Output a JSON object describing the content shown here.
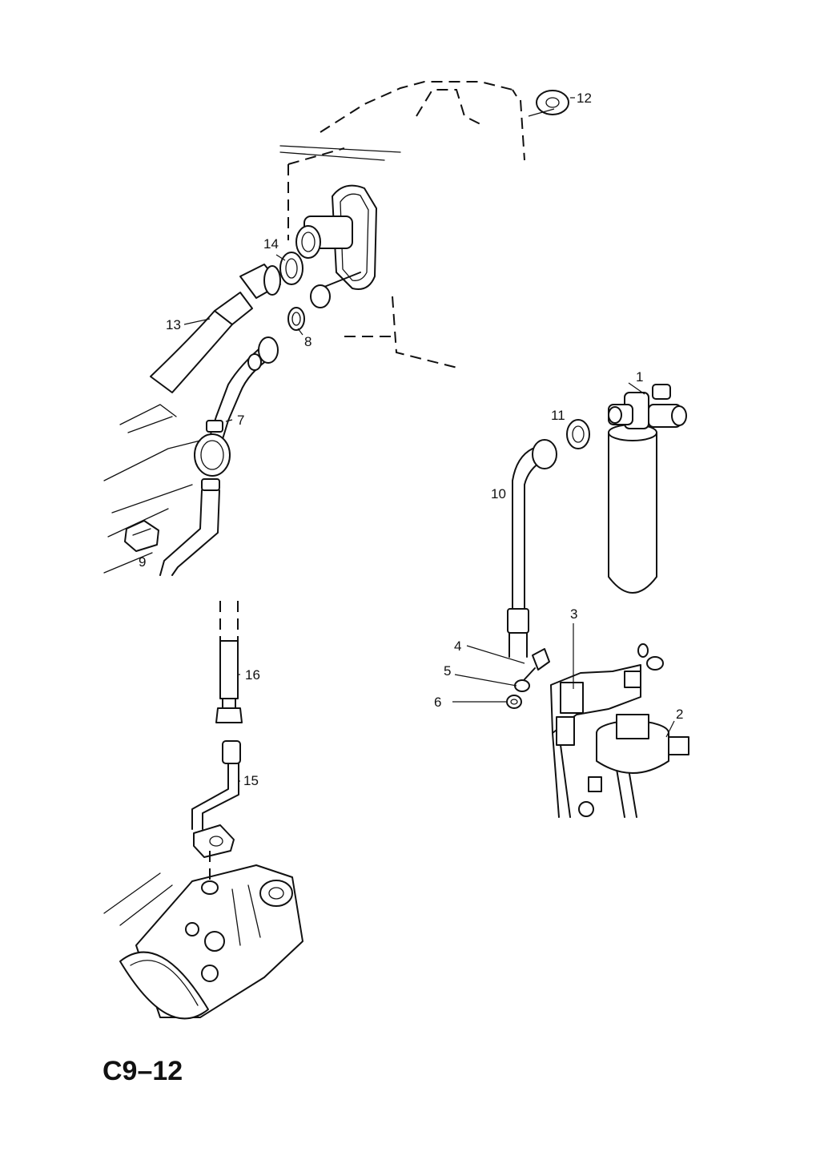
{
  "diagram": {
    "page_code": "C9–12",
    "callouts": {
      "c1": "1",
      "c2": "2",
      "c3": "3",
      "c4": "4",
      "c5": "5",
      "c6": "6",
      "c7": "7",
      "c8": "8",
      "c9": "9",
      "c10": "10",
      "c11": "11",
      "c12": "12",
      "c13": "13",
      "c14": "14",
      "c15": "15",
      "c16": "16"
    }
  }
}
